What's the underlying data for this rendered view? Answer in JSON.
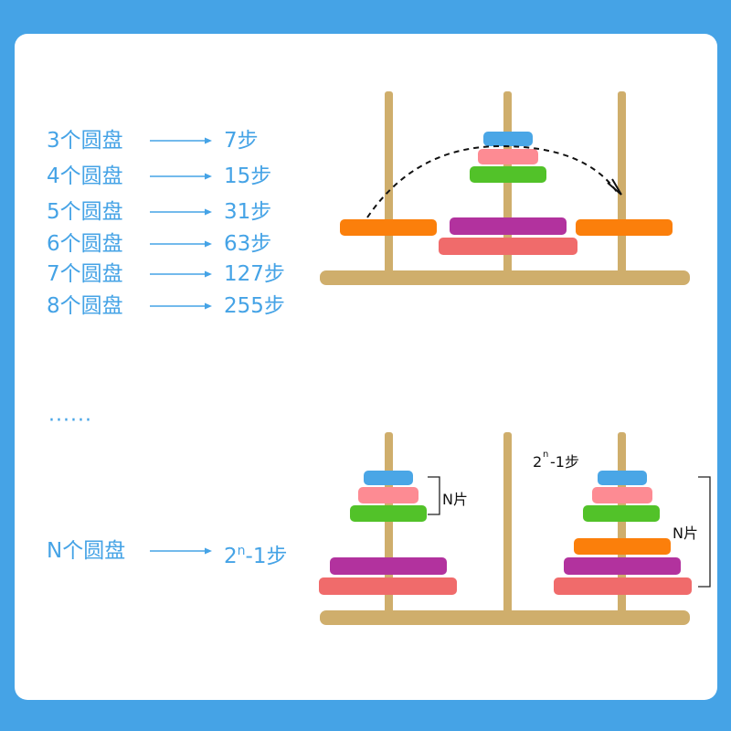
{
  "colors": {
    "background": "#45a3e6",
    "card": "#ffffff",
    "text": "#45a3e6",
    "rod": "#cfae6c",
    "disk_blue": "#4aa6e6",
    "disk_pink": "#fd8b93",
    "disk_green": "#52c229",
    "disk_orange": "#fb7f0b",
    "disk_purple": "#b2329e",
    "disk_red": "#f06b6b"
  },
  "rows": [
    {
      "count": "3",
      "unit": "个圆盘",
      "steps": "7步"
    },
    {
      "count": "4",
      "unit": "个圆盘",
      "steps": "15步"
    },
    {
      "count": "5",
      "unit": "个圆盘",
      "steps": "31步"
    },
    {
      "count": "6",
      "unit": "个圆盘",
      "steps": "63步"
    },
    {
      "count": "7",
      "unit": "个圆盘",
      "steps": "127步"
    },
    {
      "count": "8",
      "unit": "个圆盘",
      "steps": "255步"
    }
  ],
  "ellipsis": "······",
  "general_row": {
    "count": "N",
    "unit": "个圆盘",
    "base": "2",
    "exponent": "n",
    "suffix": "-1步"
  },
  "bottom_diagram": {
    "n_label_left": "N片",
    "n_label_right": "N片",
    "steps_base": "2",
    "steps_exponent": "n",
    "steps_suffix": "-1步"
  }
}
